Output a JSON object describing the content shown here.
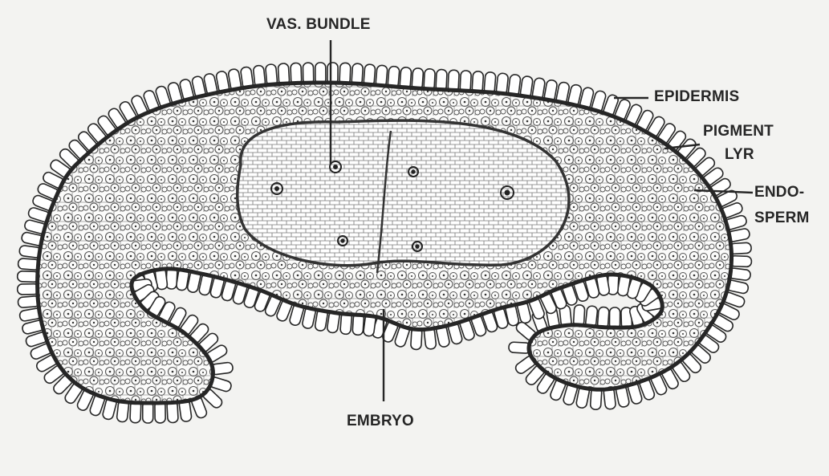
{
  "labels": {
    "vas_bundle": "VAS. BUNDLE",
    "epidermis": "EPIDERMIS",
    "pigment_line1": "PIGMENT",
    "pigment_line2": "LYR",
    "endosperm_line1": "ENDO-",
    "endosperm_line2": "SPERM",
    "embryo": "EMBRYO"
  },
  "colors": {
    "background": "#f3f3f1",
    "ink": "#262626",
    "cell_fill": "#ffffff",
    "endosperm_cells": "#555555",
    "embryo_cells": "#777777"
  }
}
